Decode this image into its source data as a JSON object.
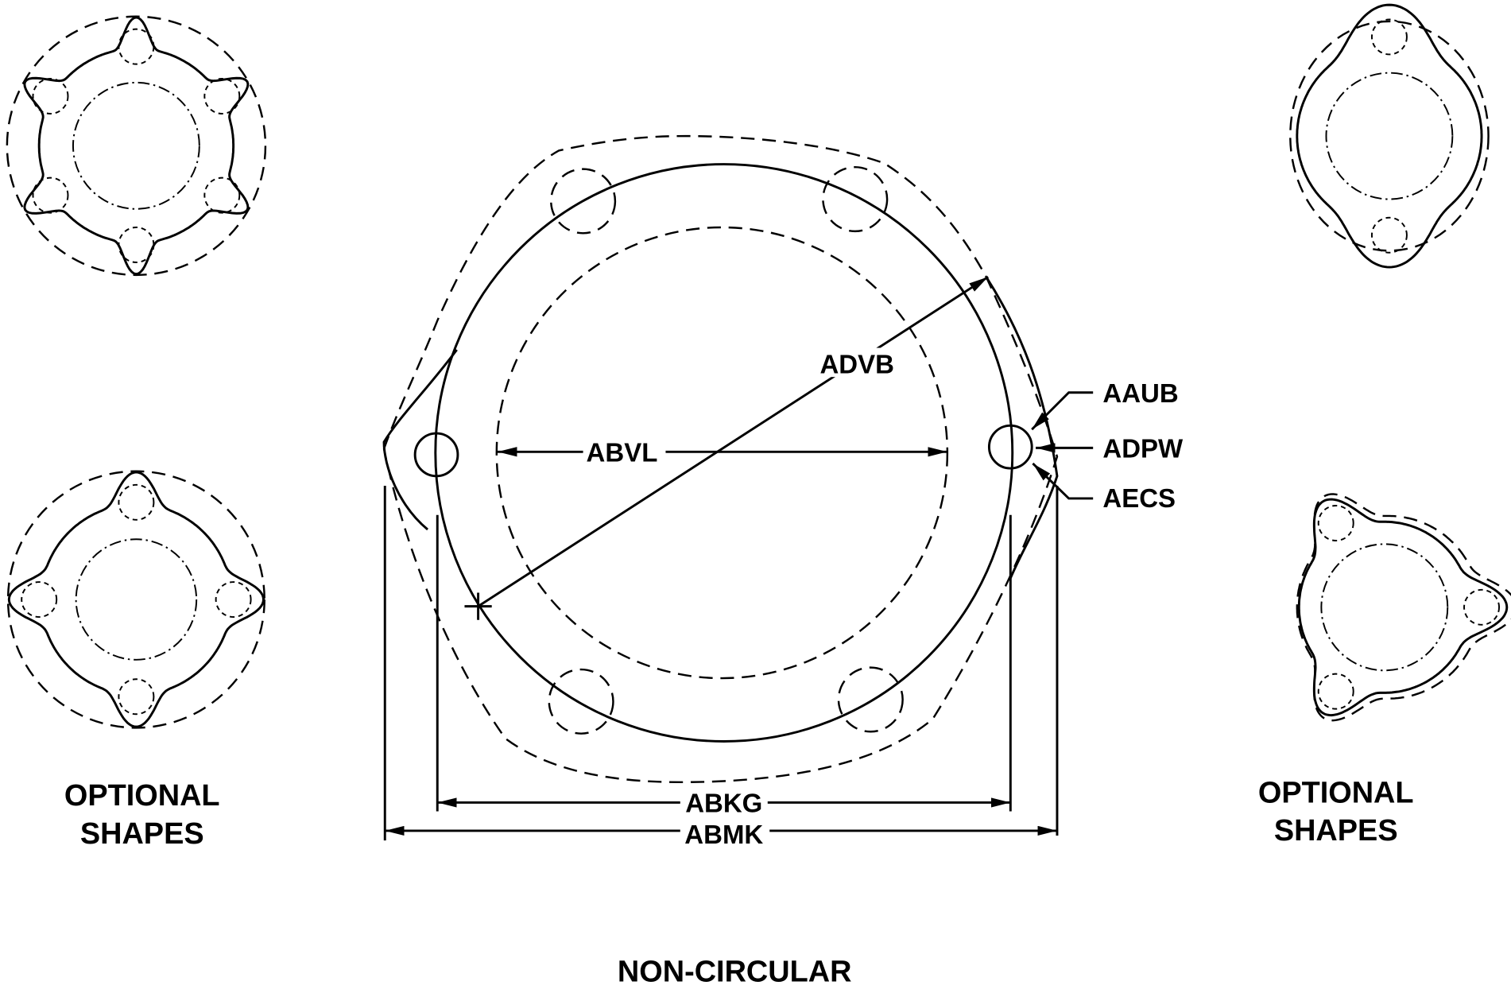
{
  "title": "NON-CIRCULAR",
  "optional_shapes_left": [
    "OPTIONAL",
    "SHAPES"
  ],
  "optional_shapes_right": [
    "OPTIONAL",
    "SHAPES"
  ],
  "dimensions": {
    "inner_diameter": "ABVL",
    "bolt_circle_diameter": "ADVB",
    "hole_center_span": "ABKG",
    "overall_span": "ABMK",
    "hole_callout_1": "AAUB",
    "hole_callout_2": "ADPW",
    "hole_callout_3": "AECS"
  }
}
